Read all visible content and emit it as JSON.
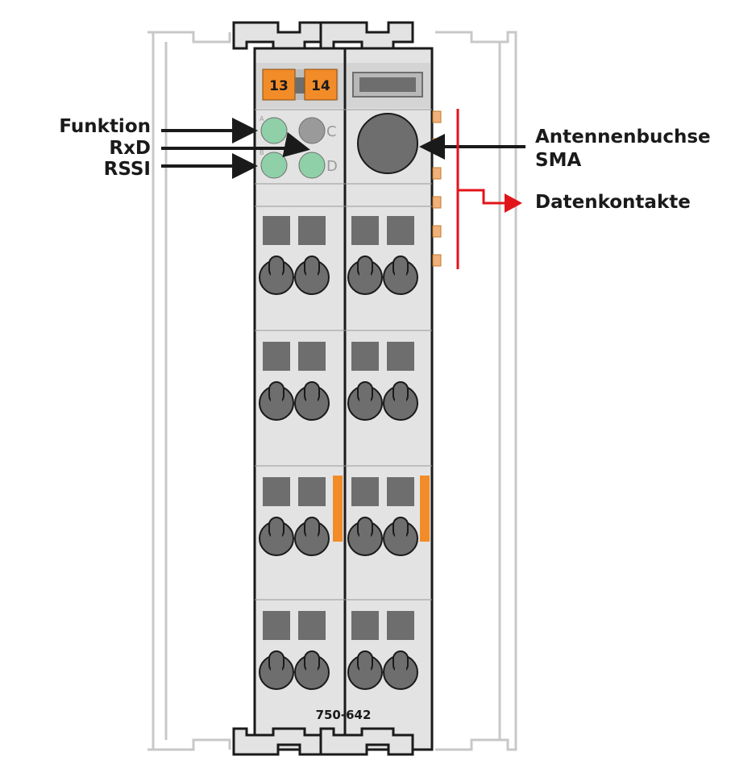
{
  "labels": {
    "funktion": "Funktion",
    "rxd": "RxD",
    "rssi": "RSSI",
    "antenna_line1": "Antennenbuchse",
    "antenna_line2": "SMA",
    "data_contacts": "Datenkontakte"
  },
  "module": {
    "terminal_tag_1": "13",
    "terminal_tag_2": "14",
    "led_letters": [
      "A",
      "B",
      "C",
      "D"
    ],
    "part_number": "750-642"
  },
  "colors": {
    "housing": "#e3e3e3",
    "outline": "#1a1a1a",
    "terminal_gray": "#6e6e6e",
    "led_green": "#8fd0a8",
    "led_gray": "#9a9a9a",
    "orange": "#f28c28",
    "red_arrow": "#e2141b",
    "rail_gray": "#c8c8c8"
  }
}
